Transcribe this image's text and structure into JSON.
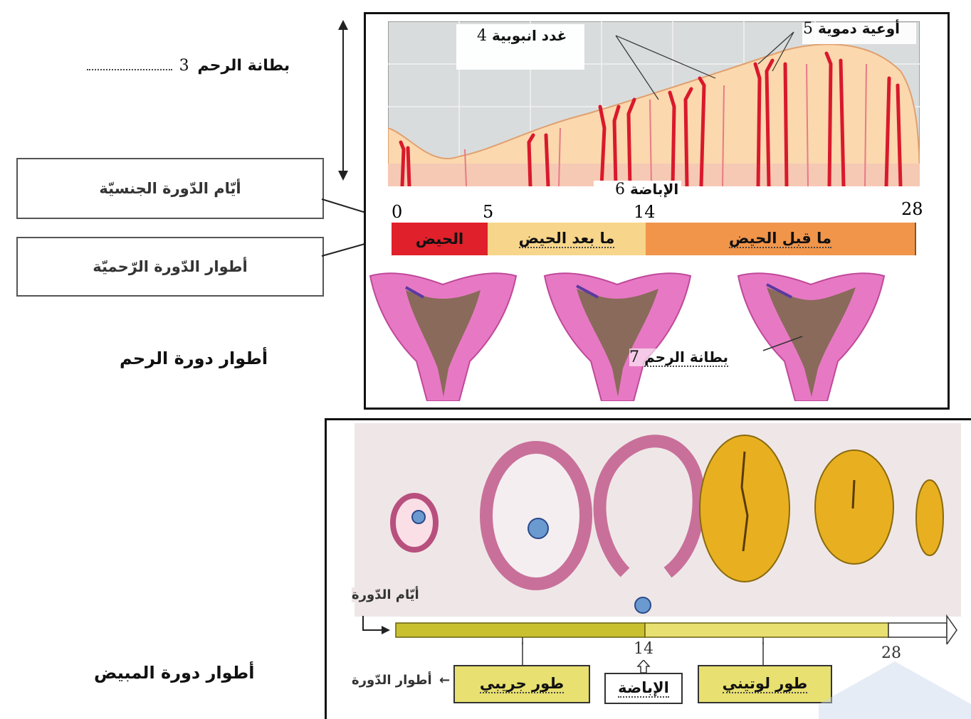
{
  "uterus": {
    "label_endometrium_top": "بطانة الرحم",
    "num_3": "3",
    "label_glands": "غدد انبوبية",
    "num_4": "4",
    "label_vessels": "أوعية دموية",
    "num_5": "5",
    "label_ovulation": "الإباضة",
    "num_6": "6",
    "label_endometrium_bottom": "بطانة الرحم",
    "num_7": "7",
    "box_cycle_days": "أيّام الدّورة الجنسيّة",
    "box_uterine_phases": "أطوار الدّورة الرّحميّة",
    "title": "أطوار دورة الرحم",
    "day_ticks": [
      "0",
      "5",
      "14",
      "28"
    ],
    "phases": [
      {
        "name": "الحيض",
        "start": 0,
        "end": 5,
        "color": "#e0202a"
      },
      {
        "name": "ما بعد الحيض",
        "start": 5,
        "end": 14,
        "color": "#f7d58a"
      },
      {
        "name": "ما قبل الحيض",
        "start": 14,
        "end": 28,
        "color": "#f0954a"
      }
    ]
  },
  "ovary": {
    "title": "أطوار دورة المبيض",
    "label_cycle_days": "أيّام الدّورة",
    "label_cycle_phases": "أطوار الدّورة",
    "tick_14": "14",
    "tick_28": "28",
    "stage_follicular": "طور جريبي",
    "stage_ovulation": "الإباضة",
    "stage_luteal": "طور لوتيني",
    "colors": {
      "follicle": "#c8709a",
      "corpus_luteum": "#e8b020",
      "bar_dark": "#c9c030",
      "bar_light": "#e8e070"
    }
  }
}
